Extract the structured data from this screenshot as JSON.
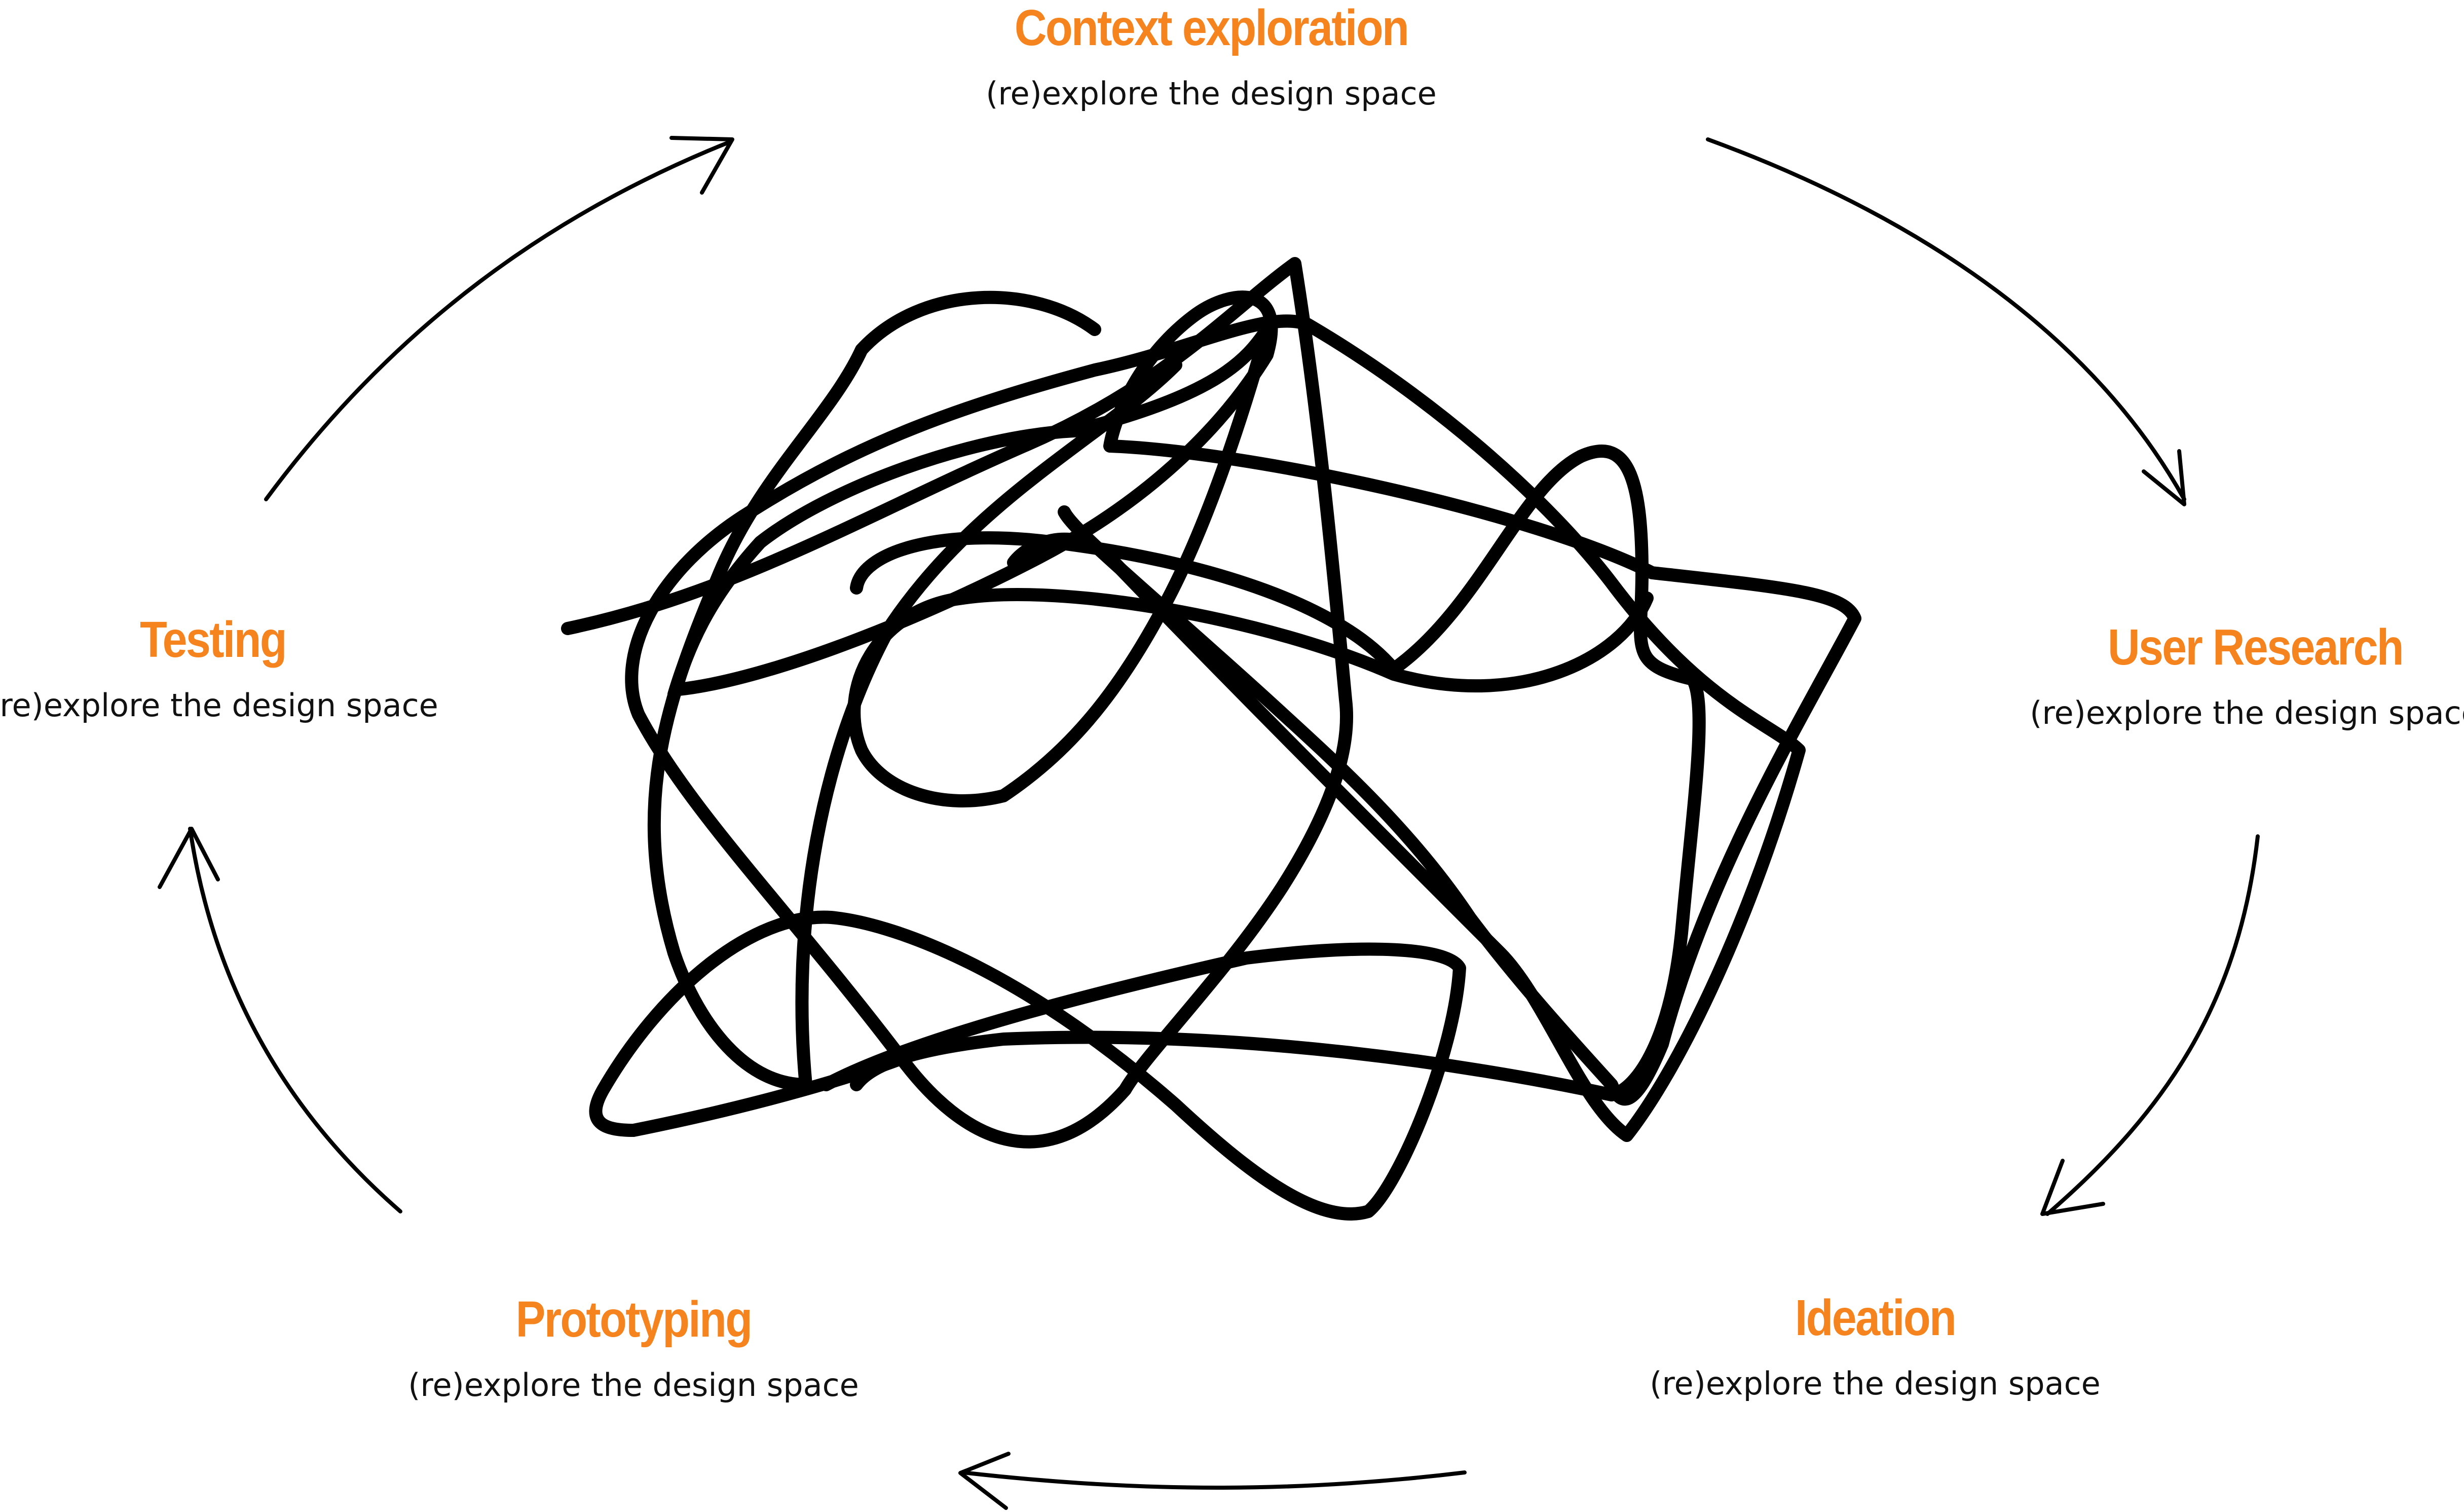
{
  "colors": {
    "stage_title": "#F5841F",
    "line": "#000000",
    "background": "#FFFFFF"
  },
  "stages": {
    "context": {
      "title": "Context exploration",
      "subtitle": "(re)explore the design space"
    },
    "user": {
      "title": "User Research",
      "subtitle": "(re)explore the design space"
    },
    "ideation": {
      "title": "Ideation",
      "subtitle": "(re)explore the design space"
    },
    "prototype": {
      "title": "Prototyping",
      "subtitle": "(re)explore the design space"
    },
    "testing": {
      "title": "Testing",
      "subtitle": "(re)explore the design space"
    }
  },
  "cycle_order": [
    "Context exploration",
    "User Research",
    "Ideation",
    "Prototyping",
    "Testing"
  ]
}
